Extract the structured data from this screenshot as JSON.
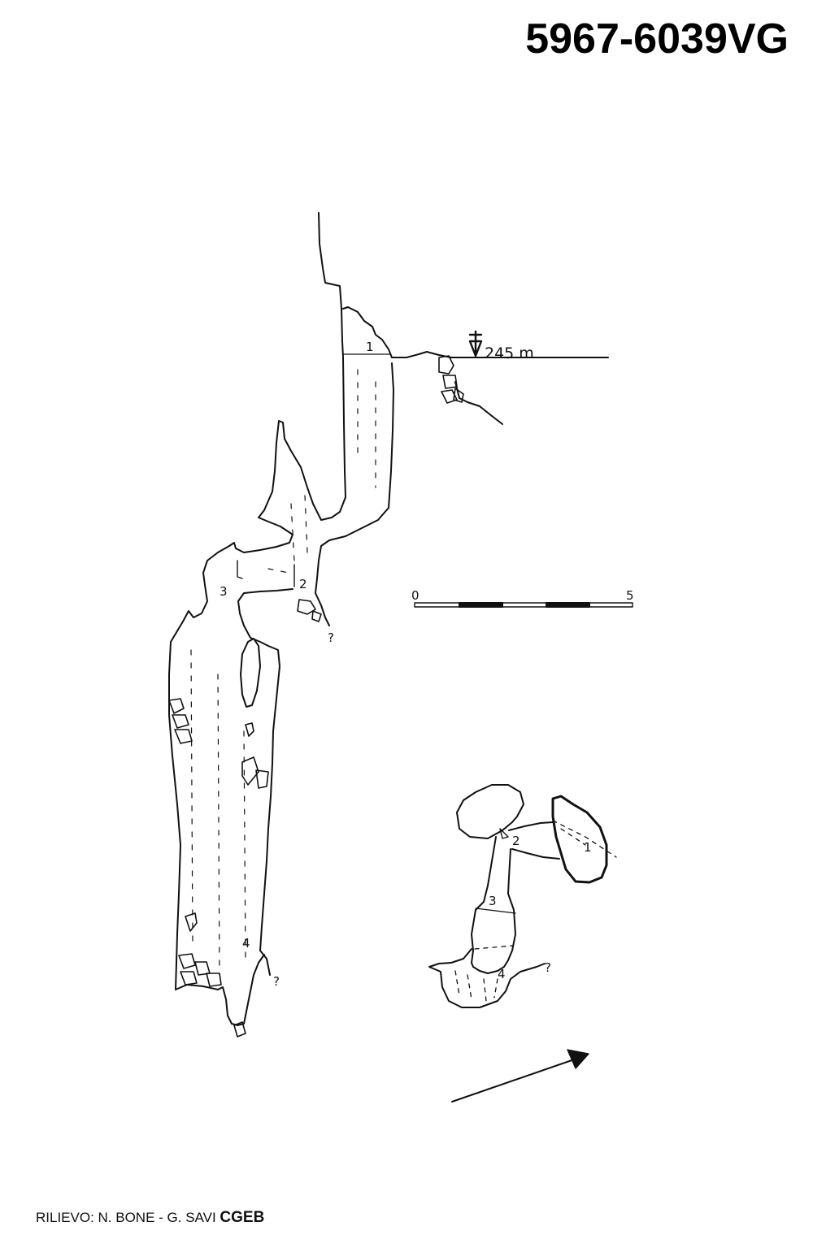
{
  "header": {
    "code": "5967-6039VG"
  },
  "section_view": {
    "entrance_depth_label": "245 m",
    "station_labels": [
      "1",
      "2",
      "3",
      "4"
    ],
    "unknown_marks": [
      "?",
      "?"
    ]
  },
  "scale_bar": {
    "start_label": "0",
    "end_label": "5"
  },
  "plan_view": {
    "station_labels": [
      "1",
      "2",
      "3",
      "4"
    ],
    "unknown_mark": "?"
  },
  "footer": {
    "survey_label": "RILIEVO: N. BONE - G. SAVI",
    "organization": "CGEB"
  },
  "colors": {
    "ink": "#111111",
    "background": "#ffffff"
  }
}
